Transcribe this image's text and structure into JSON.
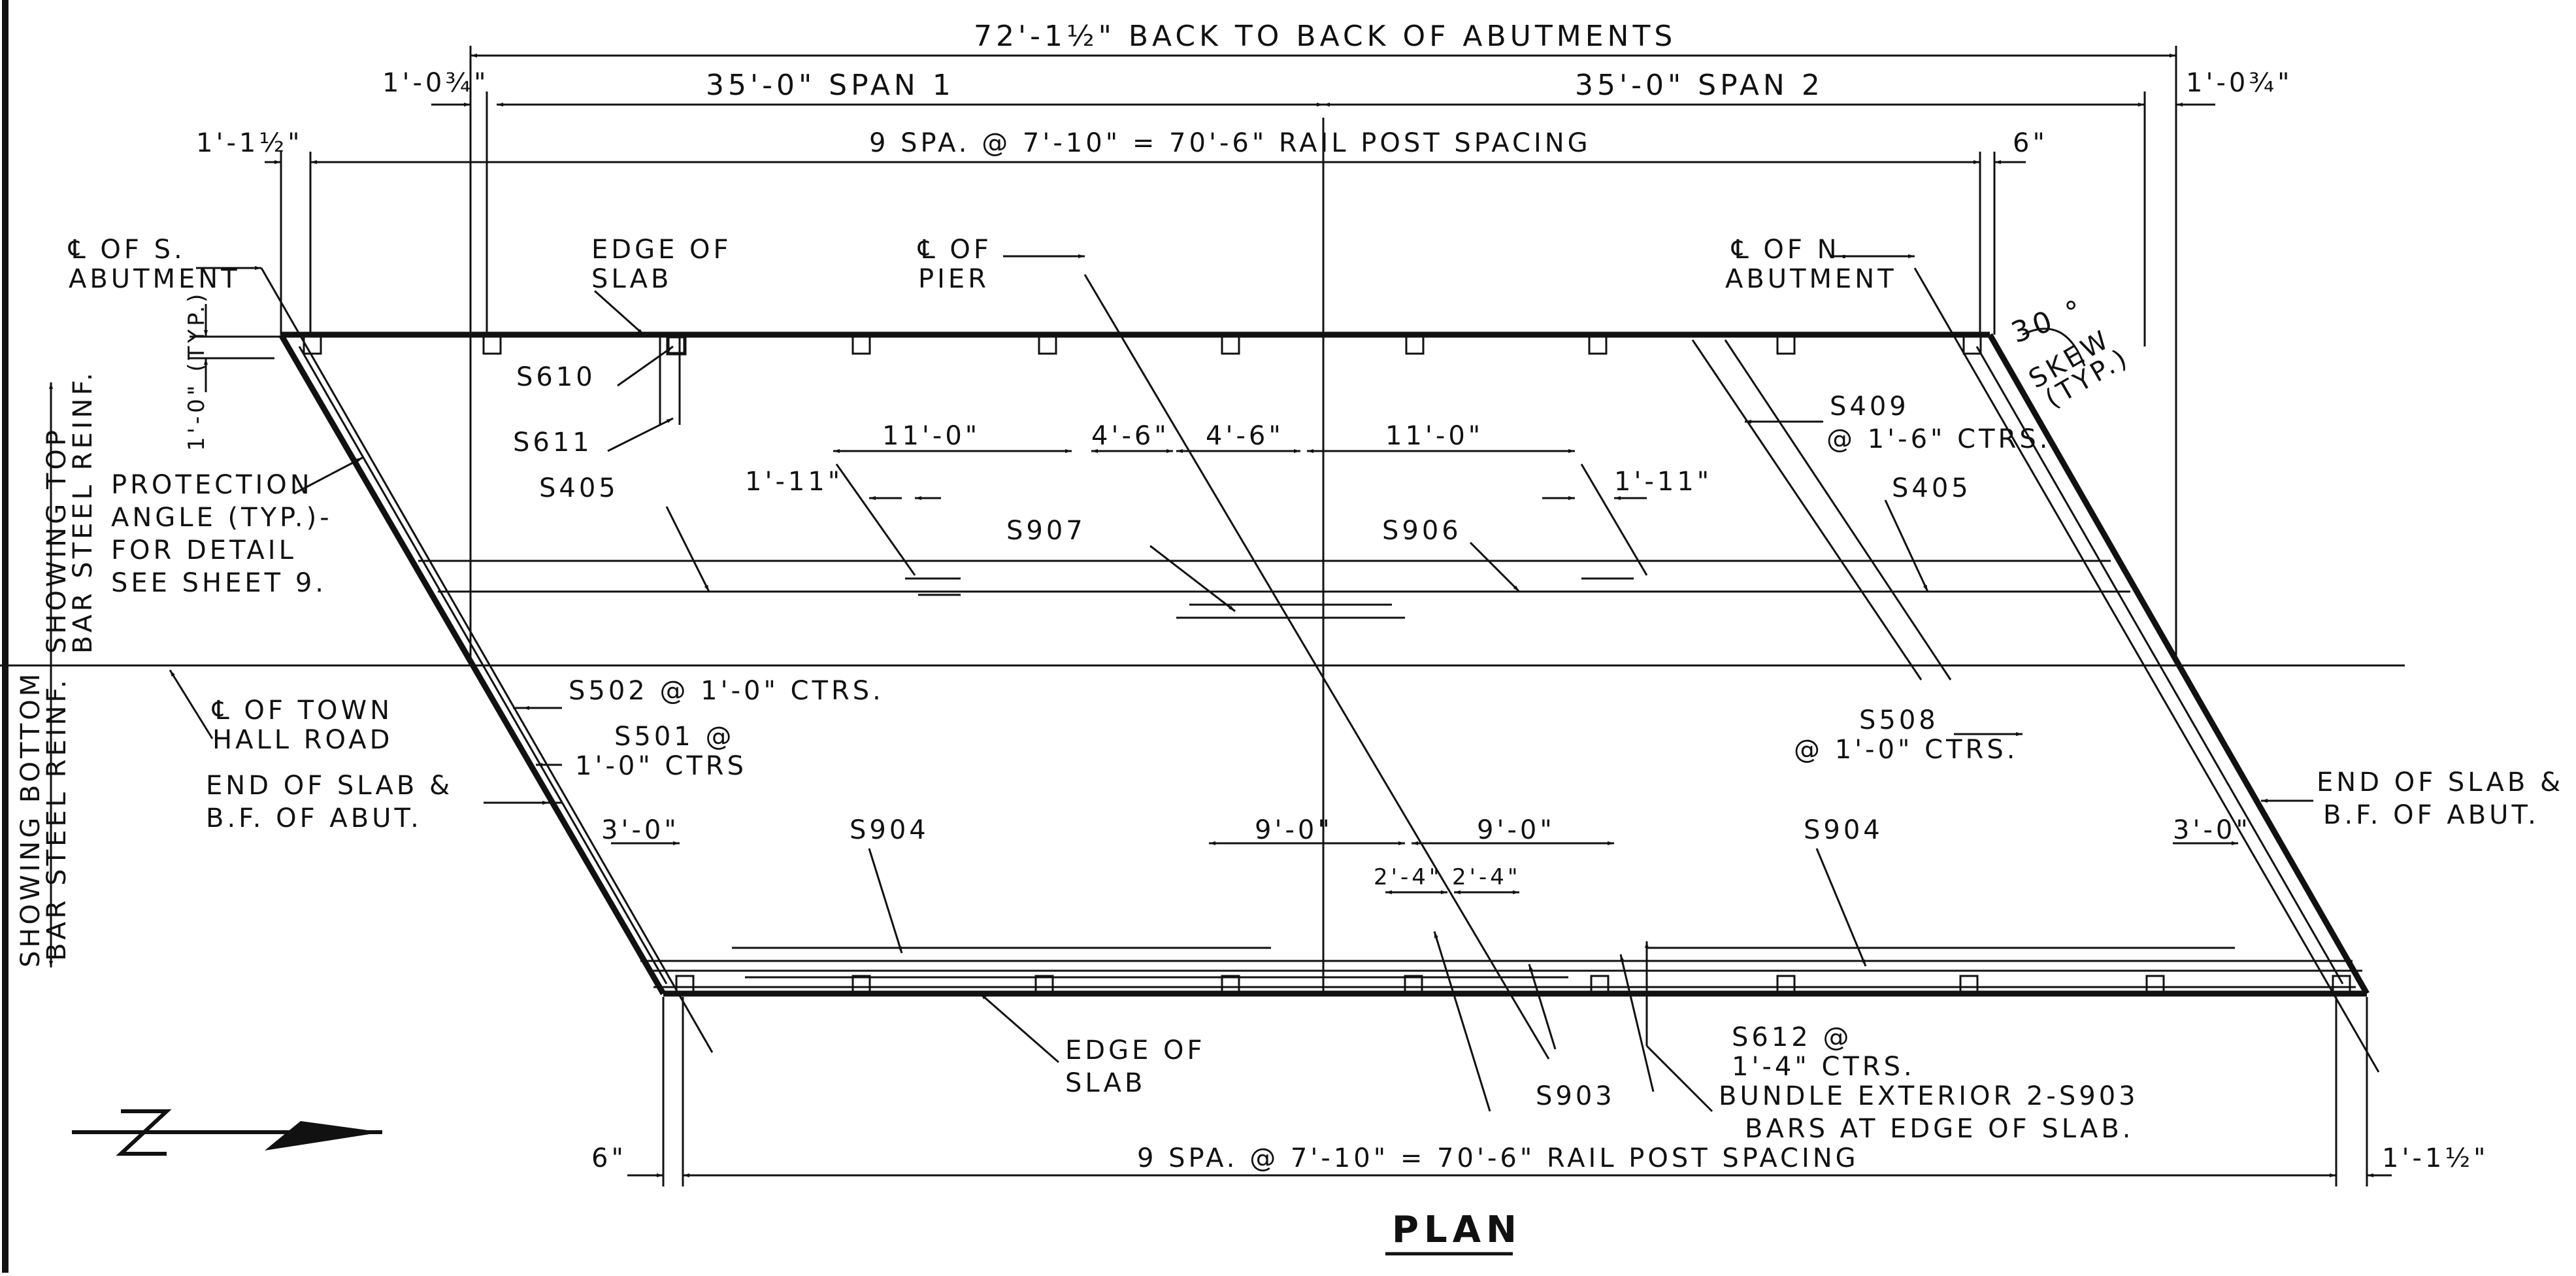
{
  "dimensions": {
    "overall": "72'-1½\" BACK TO BACK OF ABUTMENTS",
    "left_offset": "1'-0¾\"",
    "right_offset": "1'-0¾\"",
    "span1": "35'-0\" SPAN 1",
    "span2": "35'-0\" SPAN 2",
    "rail_top": "9 SPA. @ 7'-10\" = 70'-6\" RAIL POST SPACING",
    "rail_top_left": "1'-1½\"",
    "rail_top_right": "6\"",
    "rail_bottom": "9 SPA. @ 7'-10\" = 70'-6\" RAIL POST SPACING",
    "rail_bottom_left": "6\"",
    "rail_bottom_right": "1'-1½\"",
    "top_11_left": "11'-0\"",
    "top_46_left": "4'-6\"",
    "top_46_right": "4'-6\"",
    "top_11_right": "11'-0\"",
    "top_111_left": "1'-11\"",
    "top_111_right": "1'-11\"",
    "bot_30_left": "3'-0\"",
    "bot_90_left": "9'-0\"",
    "bot_90_right": "9'-0\"",
    "bot_30_right": "3'-0\"",
    "bot_24_left": "2'-4\"",
    "bot_24_right": "2'-4\"",
    "post_offset": "1'-0\" (TYP.)"
  },
  "labels": {
    "cl_s_abut_1": "℄ OF S.",
    "cl_s_abut_2": "ABUTMENT",
    "edge_slab_top_1": "EDGE OF",
    "edge_slab_top_2": "SLAB",
    "cl_pier_1": "℄ OF",
    "cl_pier_2": "PIER",
    "cl_n_abut_1": "℄ OF N.",
    "cl_n_abut_2": "ABUTMENT",
    "skew_angle": "30 °",
    "skew_1": "SKEW",
    "skew_2": "(TYP.)",
    "s610": "S610",
    "s611": "S611",
    "s409_1": "S409",
    "s409_2": "@ 1'-6\" CTRS.",
    "protection_1": "PROTECTION",
    "protection_2": "ANGLE (TYP.)-",
    "protection_3": "FOR DETAIL",
    "protection_4": "SEE SHEET 9.",
    "s405_left": "S405",
    "s405_right": "S405",
    "s907": "S907",
    "s906": "S906",
    "side_top_1": "SHOWING TOP",
    "side_top_2": "BAR STEEL REINF.",
    "side_bot_1": "SHOWING BOTTOM",
    "side_bot_2": "BAR STEEL REINF.",
    "cl_town_1": "℄ OF TOWN",
    "cl_town_2": "HALL ROAD",
    "s502": "S502 @ 1'-0\" CTRS.",
    "s501_1": "S501 @",
    "s501_2": "1'-0\" CTRS",
    "end_slab_left_1": "END OF SLAB &",
    "end_slab_left_2": "B.F. OF ABUT.",
    "end_slab_right_1": "END OF SLAB &",
    "end_slab_right_2": "B.F. OF ABUT.",
    "s508_1": "S508",
    "s508_2": "@ 1'-0\" CTRS.",
    "s904_left": "S904",
    "s904_right": "S904",
    "edge_slab_bot_1": "EDGE OF",
    "edge_slab_bot_2": "SLAB",
    "s612_1": "S612 @",
    "s612_2": "1'-4\" CTRS.",
    "s903": "S903",
    "bundle_1": "BUNDLE EXTERIOR 2-S903",
    "bundle_2": "BARS AT EDGE OF SLAB.",
    "title": "PLAN"
  }
}
